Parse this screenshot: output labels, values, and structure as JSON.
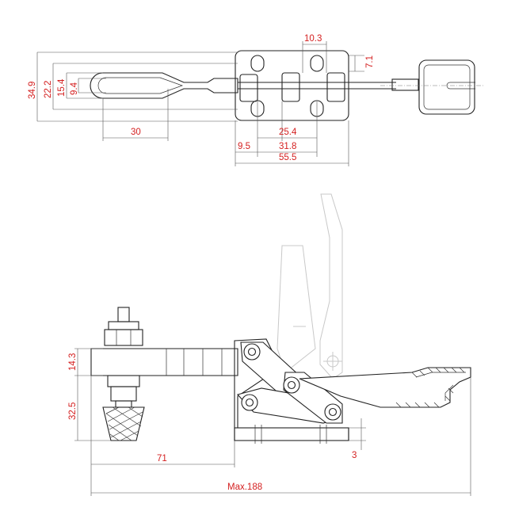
{
  "colors": {
    "dimension_text": "#d42020",
    "line": "#222222",
    "ghost": "#c8c8c8"
  },
  "top_view": {
    "dims": {
      "width_top": "10.3",
      "slot_offset": "7.1",
      "overall_height": "34.9",
      "inner_height": "22.2",
      "handle_height": "15.4",
      "grip_slot": "9.4",
      "handle_length": "30",
      "hole_spacing": "25.4",
      "edge_offset": "9.5",
      "mount_span": "31.8",
      "base_width": "55.5"
    }
  },
  "side_view": {
    "dims": {
      "arm_height": "14.3",
      "spindle_height": "32.5",
      "reach": "71",
      "base_thickness": "3",
      "overall_length": "Max.188"
    }
  }
}
